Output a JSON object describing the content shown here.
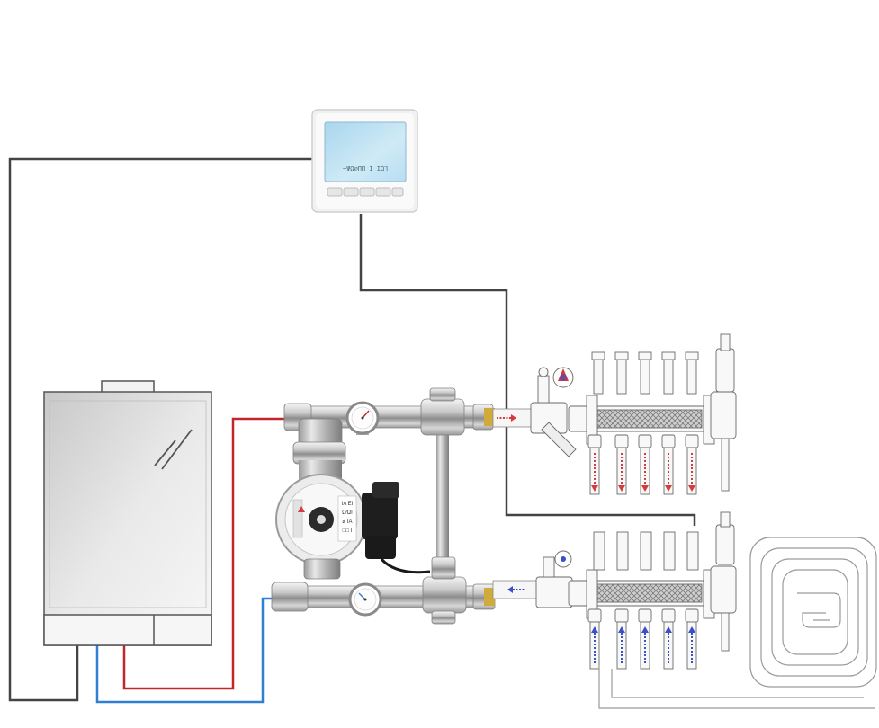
{
  "thermostat": {
    "display_text": "~ΨΩ⌀ΠΠ Ι ΙΩ⅂"
  },
  "pump": {
    "label_lines": [
      "ΙΛ ΕΙ",
      "Ω⁄ΩΙ",
      "⌀ ΙΑ",
      "□□ Ι"
    ]
  },
  "colors": {
    "control_wire": "#444444",
    "hot_pipe": "#c0262a",
    "cold_pipe": "#2f7fd3",
    "flow_arrow_hot": "#d83a3a",
    "flow_arrow_cold": "#3b4fc9",
    "lcd": "#bfe2f2"
  },
  "icons": [
    "thermostat-icon",
    "boiler-icon",
    "pump-icon",
    "pressure-gauge-icon",
    "manifold-icon",
    "underfloor-loop-icon"
  ]
}
